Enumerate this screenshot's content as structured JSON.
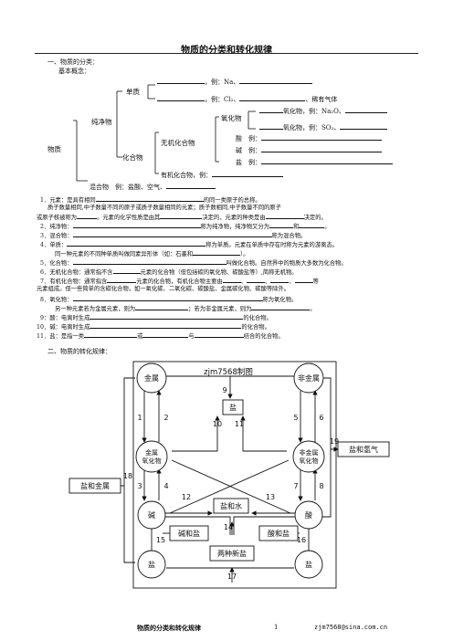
{
  "title": "物质的分类和转化规律",
  "section1": {
    "heading": "一、物质的分类：",
    "sub": "基本概念："
  },
  "tree": {
    "root": "物质",
    "pure": "纯净物",
    "element": "单质",
    "eg_metal": "，例：Na、",
    "eg_nonmetal": "，例：Cl₂、",
    "rare_gas": "、稀有气体",
    "compound": "化合物",
    "inorganic": "无机化合物",
    "oxide": "氧化物",
    "oxide_row1": "氧化物，例：Na₂O、",
    "oxide_row2": "氧化物，例：SO₂、",
    "acid": "酸　例：",
    "base": "碱　例：",
    "salt": "盐　例：",
    "organic": "有机化合物，例：",
    "mixture": "混合物　例：盐酸、空气、"
  },
  "definitions": [
    {
      "num": "1",
      "a": "．元素：是具有相同",
      "b": "的同一类原子的总称。"
    },
    {
      "num": "",
      "a": "质子数量相同,中子数量不同的原子或质子数量相同的元素；质子数相同,中子数量不同的原子"
    },
    {
      "num": "",
      "a": "或原子核被称为",
      "b": "。元素的化学性质是由其",
      "c": "决定的，元素的种类是由",
      "d": "决定的。"
    },
    {
      "num": "2",
      "a": "．纯净物：",
      "b": "称为纯净物，纯净物又分为",
      "c": "和",
      "d": "。"
    },
    {
      "num": "3",
      "a": "．混合物：",
      "b": "称为混合物。"
    },
    {
      "num": "4",
      "a": "．单质：",
      "b": "称为单质。元素在单质中存在时称为元素的游离态。"
    },
    {
      "num": "",
      "a": "同一种元素的不同种单质叫做同素异形体（如：石墨和",
      "b": "）。"
    },
    {
      "num": "5",
      "a": "．化合物：",
      "b": "叫做化合物。自然界中的物质大多数为化合物。"
    },
    {
      "num": "6",
      "a": "．无机化合物：通常指不含",
      "b": "元素的化合物（但包括碳的氧化物、碳酸盐等）,简称无机物。"
    },
    {
      "num": "7",
      "a": "．有机化合物：通常指含",
      "b": "元素的化合物，有机化合物主要由",
      "c": "、",
      "d": "、",
      "e": "、",
      "f": "等"
    },
    {
      "num": "",
      "a": "元素组成。但一些简单的含碳化合物，如一氧化碳、二氧化碳、碳酸盐、金属碳化物、碳酸等除外。"
    },
    {
      "num": "8",
      "a": "．氧化物：",
      "b": "称为氧化物。"
    },
    {
      "num": "",
      "a": "另一种元素若为金属元素，则为",
      "b": "；若为非金属元素，则为",
      "c": "。"
    },
    {
      "num": "9",
      "a": "：酸：电离时生成",
      "b": "的化合物。"
    },
    {
      "num": "10",
      "a": "．碱：电离时生成",
      "b": "的化合物。"
    },
    {
      "num": "11",
      "a": "．盐：是指一类",
      "b": "或",
      "c": "与",
      "d": "结合的化合物。"
    }
  ],
  "section2": {
    "heading": "二、物质的转化规律："
  },
  "diagram": {
    "caption": "zjm7568制图",
    "metal": "金属",
    "nonmetal": "非金属",
    "salt_top": "盐",
    "metal_oxide": [
      "金属",
      "氧化物"
    ],
    "nonmetal_oxide": [
      "非金属",
      "氧化物"
    ],
    "salt_hydrogen": "盐和氢气",
    "salt_metal": "盐和金属",
    "salt_water": "盐和水",
    "base": "碱",
    "acid": "酸",
    "base_salt": "碱和盐",
    "acid_salt": "酸和盐",
    "two_salts": "两种新盐",
    "salt_left": "盐",
    "salt_right": "盐",
    "nums": [
      "1",
      "2",
      "3",
      "4",
      "5",
      "6",
      "7",
      "8",
      "9",
      "10",
      "11",
      "12",
      "13",
      "14",
      "15",
      "16",
      "17",
      "18",
      "19"
    ]
  },
  "footer": {
    "left": "物质的分类和转化规律",
    "page": "1",
    "right": "zjm7568@sina.com.cn"
  }
}
